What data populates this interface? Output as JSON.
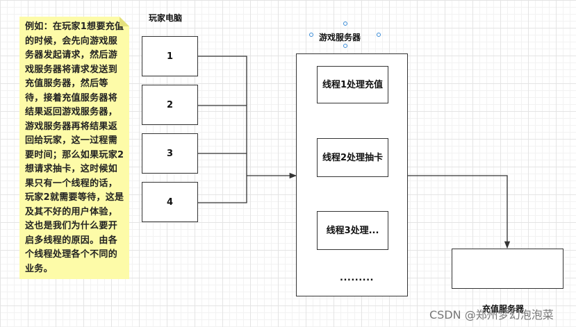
{
  "note": {
    "text": "例如：在玩家1想要充值的时候，会先向游戏服务器发起请求，然后游戏服务器将请求发送到充值服务器，然后等待，接着充值服务器将结果返回游戏服务器，游戏服务器再将结果返回给玩家，这一过程需要时间；那么如果玩家2想请求抽卡，这时候如果只有一个线程的话，玩家2就需要等待，这是及其不好的用户体验，这也是我们为什么要开启多线程的原因。由各个线程处理各个不同的业务。"
  },
  "player_pc": {
    "title": "玩家电脑",
    "boxes": [
      "1",
      "2",
      "3",
      "4"
    ]
  },
  "game_server": {
    "title": "游戏服务器",
    "threads": [
      "线程1处理充值",
      "线程2处理抽卡",
      "线程3处理..."
    ],
    "more": "........."
  },
  "recharge_server": {
    "title": "充值服务器"
  },
  "watermark": "CSDN @郑州梦幻泡泡菜"
}
